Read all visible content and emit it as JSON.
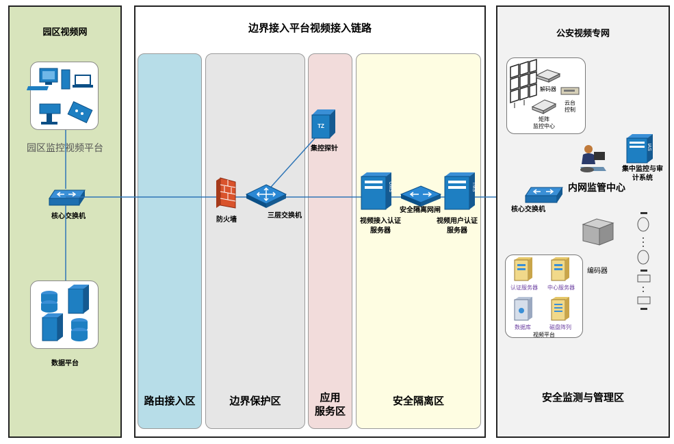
{
  "left_panel": {
    "title": "园区视频网",
    "platform_label": "园区监控视频平台",
    "switch_label": "核心交换机",
    "data_label": "数据平台"
  },
  "center_panel": {
    "title": "边界接入平台视频接入链路",
    "zones": {
      "routing": "路由接入区",
      "protection": "边界保护区",
      "app_service_line1": "应用",
      "app_service_line2": "服务区",
      "isolation": "安全隔离区"
    },
    "devices": {
      "firewall": "防火墙",
      "l3_switch": "三层交换机",
      "probe": "集控探针",
      "gap": "安全隔离网闸",
      "ums_line1": "视频接入认证",
      "ums_line2": "服务器",
      "tms_line1": "视频用户认证",
      "tms_line2": "服务器",
      "ums_tag": "UMS",
      "tms_tag": "TMS",
      "probe_tag": "TZ"
    }
  },
  "right_panel": {
    "title": "公安视频专网",
    "monitor_center": {
      "decoder": "解码器",
      "ptz_line1": "云台",
      "ptz_line2": "控制",
      "matrix_line1": "矩阵",
      "matrix_line2": "监控中心"
    },
    "audit_line1": "集中监控与审",
    "audit_line2": "计系统",
    "audit_tag": "IAS",
    "intranet_center": "内网监管中心",
    "core_switch": "核心交换机",
    "encoder": "编码器",
    "video_platform": {
      "auth_server": "认证服务器",
      "center_server": "中心服务器",
      "database": "数据库",
      "disk_array": "磁盘阵列",
      "caption": "视频平台"
    },
    "zone_label": "安全监测与管理区"
  },
  "colors": {
    "left_bg": "#d8e4bc",
    "routing_zone": "#b7dde8",
    "protection_zone": "#e6e6e6",
    "app_zone": "#f2dcdb",
    "isolation_zone": "#fefde2",
    "right_bg": "#f2f2f2",
    "device_blue": "#1e7fc2",
    "line": "#2e75b6"
  }
}
